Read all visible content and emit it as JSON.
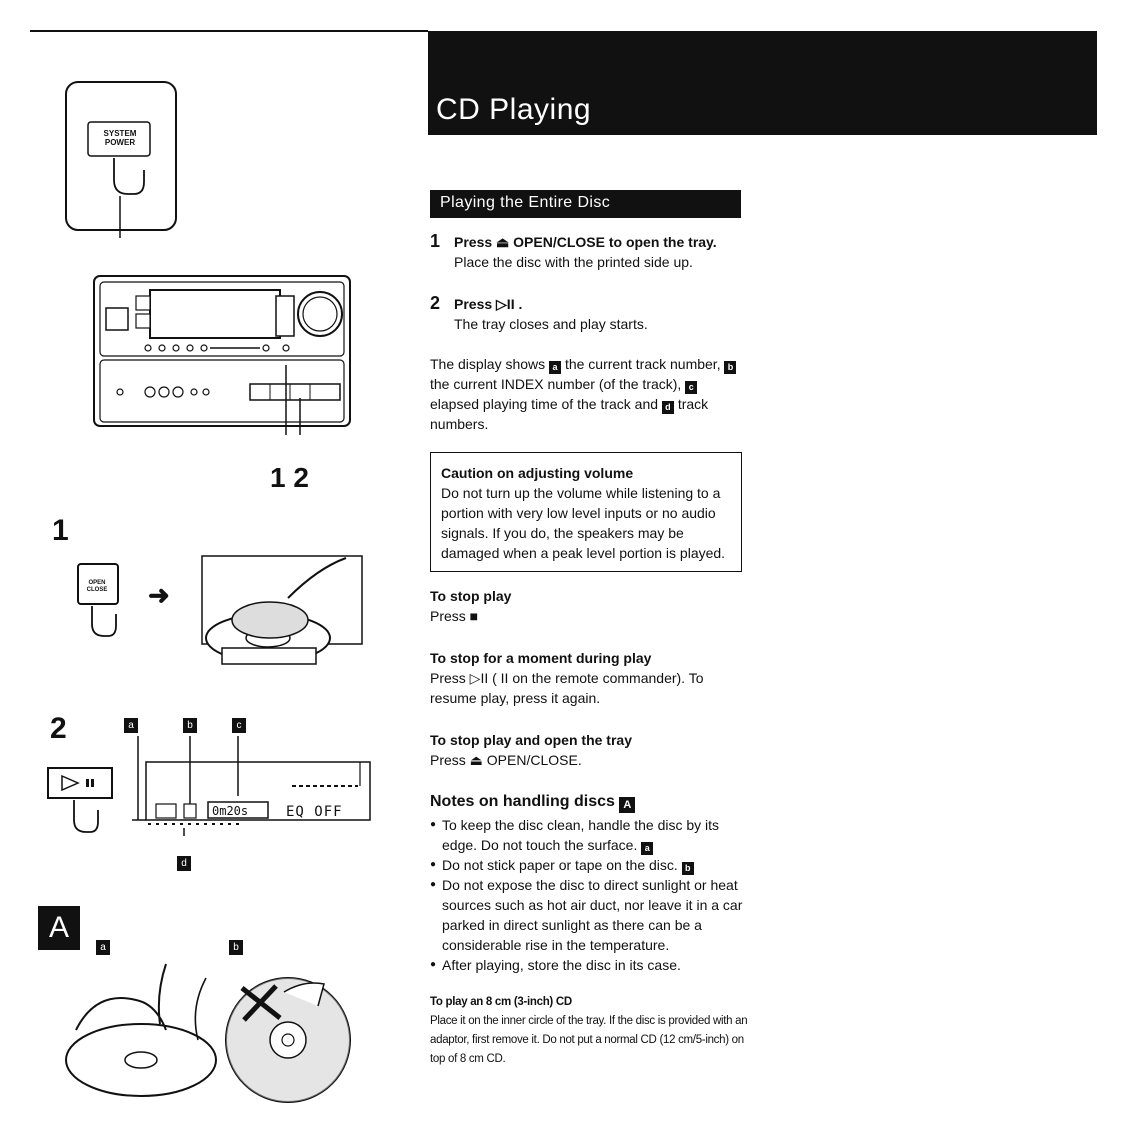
{
  "header": {
    "title": "CD Playing"
  },
  "section": {
    "title": "Playing the Entire Disc"
  },
  "steps": [
    {
      "num": "1",
      "bold": "Press ⏏ OPEN/CLOSE to open the tray.",
      "text": "Place the disc with the printed side up."
    },
    {
      "num": "2",
      "bold": "Press ▷II .",
      "text": "The tray closes and play starts."
    }
  ],
  "display_para": {
    "t1": "The display shows",
    "a": "a",
    "t2": "the current track number,",
    "b": "b",
    "t3": "the current INDEX number (of the track),",
    "c": "c",
    "t4": "elapsed playing time of the track and",
    "d": "d",
    "t5": "track numbers."
  },
  "caution": {
    "title": "Caution on adjusting volume",
    "text": "Do not turn up the volume while listening to a portion with very low level inputs or no audio signals. If you do, the speakers may be damaged when a peak level portion is played."
  },
  "stop_play": {
    "title": "To stop play",
    "text": "Press ■"
  },
  "pause": {
    "title": "To stop for a moment during play",
    "text": "Press ▷II ( II on the remote commander). To resume play, press it again."
  },
  "stop_open": {
    "title": "To stop play and open the tray",
    "text": "Press ⏏ OPEN/CLOSE."
  },
  "notes": {
    "title": "Notes on handling discs",
    "tag": "A",
    "b1": "To keep the disc clean, handle the disc by its edge. Do not touch the surface.",
    "b1_tag": "a",
    "b2": "Do not stick paper or tape on the disc.",
    "b2_tag": "b",
    "b3": "Do not expose the disc to direct sunlight or heat sources such as hot air duct, nor leave it in a car parked in direct sunlight as there can be a considerable rise in the temperature.",
    "b4": "After playing, store the disc in its case."
  },
  "small_cd": {
    "title": "To play an 8 cm (3-inch) CD",
    "text": "Place it on the inner circle of the tray. If the disc is provided with an adaptor, first remove it. Do not put a normal CD (12 cm/5-inch) on top of 8 cm CD."
  },
  "illustration": {
    "system_power": "SYSTEM POWER",
    "callout_12": "1 2",
    "step1_num": "1",
    "step2_num": "2",
    "open_close": "OPEN CLOSE",
    "lbl_a": "a",
    "lbl_b": "b",
    "lbl_c": "c",
    "lbl_d": "d",
    "display_time": "0m20s",
    "display_eq": "EQ OFF",
    "fig_a": "A",
    "fig_a_a": "a",
    "fig_a_b": "b"
  }
}
